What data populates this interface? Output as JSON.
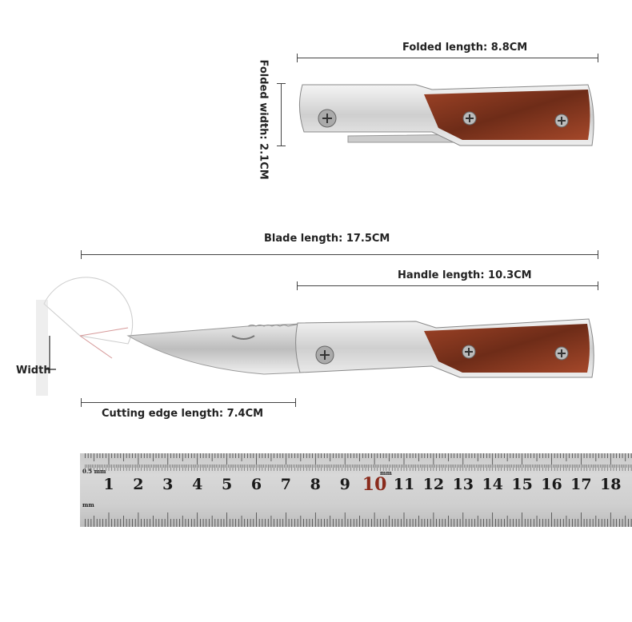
{
  "labels": {
    "folded_length": "Folded length: 8.8CM",
    "folded_width": "Folded width: 2.1CM",
    "blade_length": "Blade length: 17.5CM",
    "handle_length": "Handle length: 10.3CM",
    "width": "Width",
    "cutting_edge_length": "Cutting edge length: 7.4CM"
  },
  "ruler": {
    "numbers": [
      "1",
      "2",
      "3",
      "4",
      "5",
      "6",
      "7",
      "8",
      "9",
      "10",
      "11",
      "12",
      "13",
      "14",
      "15",
      "16",
      "17",
      "18"
    ],
    "unit_top": "0.5 mm",
    "unit_bottom": "mm",
    "unit_mid": "mm",
    "highlight": "10",
    "highlight_color": "#8a2b1c"
  },
  "colors": {
    "wood": "#8b3a22",
    "steel": "#d9d9d9"
  }
}
